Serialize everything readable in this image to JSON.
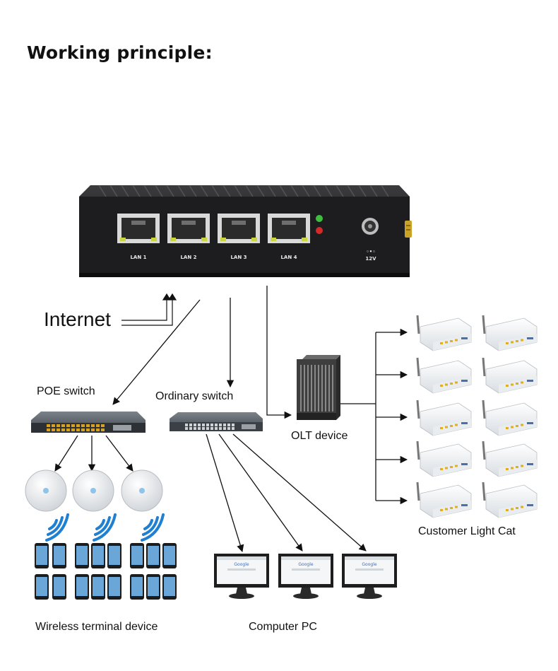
{
  "title": "Working principle:",
  "router": {
    "ports": [
      "LAN 1",
      "LAN 2",
      "LAN 3",
      "LAN 4"
    ],
    "power_label": "12V"
  },
  "labels": {
    "internet": "Internet",
    "poe_switch": "POE switch",
    "ordinary_switch": "Ordinary switch",
    "olt_device": "OLT device",
    "customer_light_cat": "Customer Light Cat",
    "wireless_terminal": "Wireless terminal device",
    "computer_pc": "Computer PC"
  },
  "screen_text": "Google",
  "colors": {
    "router_body": "#1d1d1f",
    "led_green": "#3fbf3f",
    "led_red": "#d42a2a",
    "wifi_blue": "#1f7fd0",
    "switch_body": "#5b6168",
    "arrow": "#111111"
  }
}
